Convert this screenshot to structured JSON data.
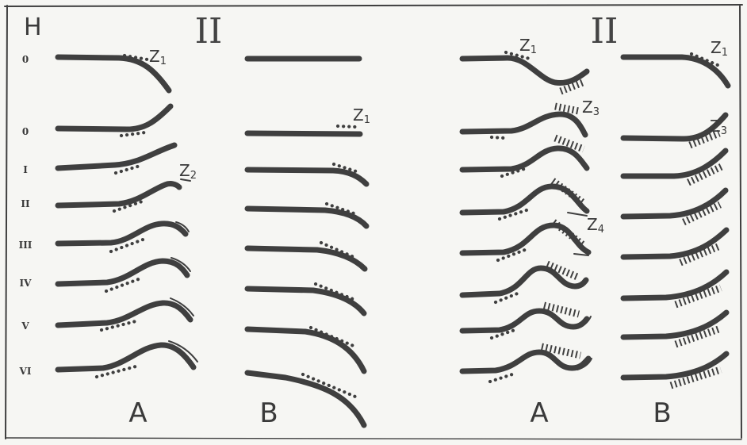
{
  "axis_label": "H",
  "row_labels": [
    "0",
    "0",
    "I",
    "II",
    "III",
    "IV",
    "V",
    "VI"
  ],
  "panels": [
    {
      "title": "II",
      "position": "left",
      "columns": [
        {
          "label": "A",
          "curves": [
            {
              "row": "0",
              "shape": "bend-down",
              "zone": "Z1"
            },
            {
              "row": "0",
              "shape": "bend-up",
              "zone": ""
            },
            {
              "row": "I",
              "shape": "bend-up",
              "zone": ""
            },
            {
              "row": "II",
              "shape": "bend-up",
              "zone": "Z2"
            },
            {
              "row": "III",
              "shape": "hump",
              "zone": ""
            },
            {
              "row": "IV",
              "shape": "hump",
              "zone": ""
            },
            {
              "row": "V",
              "shape": "hump",
              "zone": ""
            },
            {
              "row": "VI",
              "shape": "hump",
              "zone": ""
            }
          ]
        },
        {
          "label": "B",
          "curves": [
            {
              "row": "0",
              "shape": "straight",
              "zone": ""
            },
            {
              "row": "0",
              "shape": "straight",
              "zone": "Z1"
            },
            {
              "row": "I",
              "shape": "droop",
              "zone": ""
            },
            {
              "row": "II",
              "shape": "droop",
              "zone": ""
            },
            {
              "row": "III",
              "shape": "droop",
              "zone": ""
            },
            {
              "row": "IV",
              "shape": "droop",
              "zone": ""
            },
            {
              "row": "V",
              "shape": "droop",
              "zone": ""
            },
            {
              "row": "VI",
              "shape": "droop",
              "zone": ""
            }
          ]
        }
      ]
    },
    {
      "title": "II",
      "position": "right",
      "columns": [
        {
          "label": "A",
          "curves": [
            {
              "row": "0",
              "shape": "dip",
              "zone": "Z1"
            },
            {
              "row": "0",
              "shape": "wave",
              "zone": "Z3"
            },
            {
              "row": "I",
              "shape": "wave",
              "zone": ""
            },
            {
              "row": "II",
              "shape": "wave",
              "zone": ""
            },
            {
              "row": "III",
              "shape": "wave",
              "zone": "Z4"
            },
            {
              "row": "IV",
              "shape": "wave",
              "zone": ""
            },
            {
              "row": "V",
              "shape": "wave",
              "zone": ""
            },
            {
              "row": "VI",
              "shape": "wave",
              "zone": ""
            }
          ]
        },
        {
          "label": "B",
          "curves": [
            {
              "row": "0",
              "shape": "droop",
              "zone": "Z1"
            },
            {
              "row": "0",
              "shape": "rise",
              "zone": "Z3"
            },
            {
              "row": "I",
              "shape": "rise",
              "zone": ""
            },
            {
              "row": "II",
              "shape": "rise",
              "zone": ""
            },
            {
              "row": "III",
              "shape": "rise",
              "zone": ""
            },
            {
              "row": "IV",
              "shape": "rise",
              "zone": ""
            },
            {
              "row": "V",
              "shape": "rise",
              "zone": ""
            },
            {
              "row": "VI",
              "shape": "rise",
              "zone": ""
            }
          ]
        }
      ]
    }
  ],
  "zone_labels": {
    "z1": {
      "letter": "Z",
      "sub": "1"
    },
    "z2": {
      "letter": "Z",
      "sub": "2"
    },
    "z3": {
      "letter": "Z",
      "sub": "3"
    },
    "z4": {
      "letter": "Z",
      "sub": "4"
    }
  },
  "colors": {
    "ink": "#3f3f3f",
    "paper": "#f6f6f3"
  }
}
